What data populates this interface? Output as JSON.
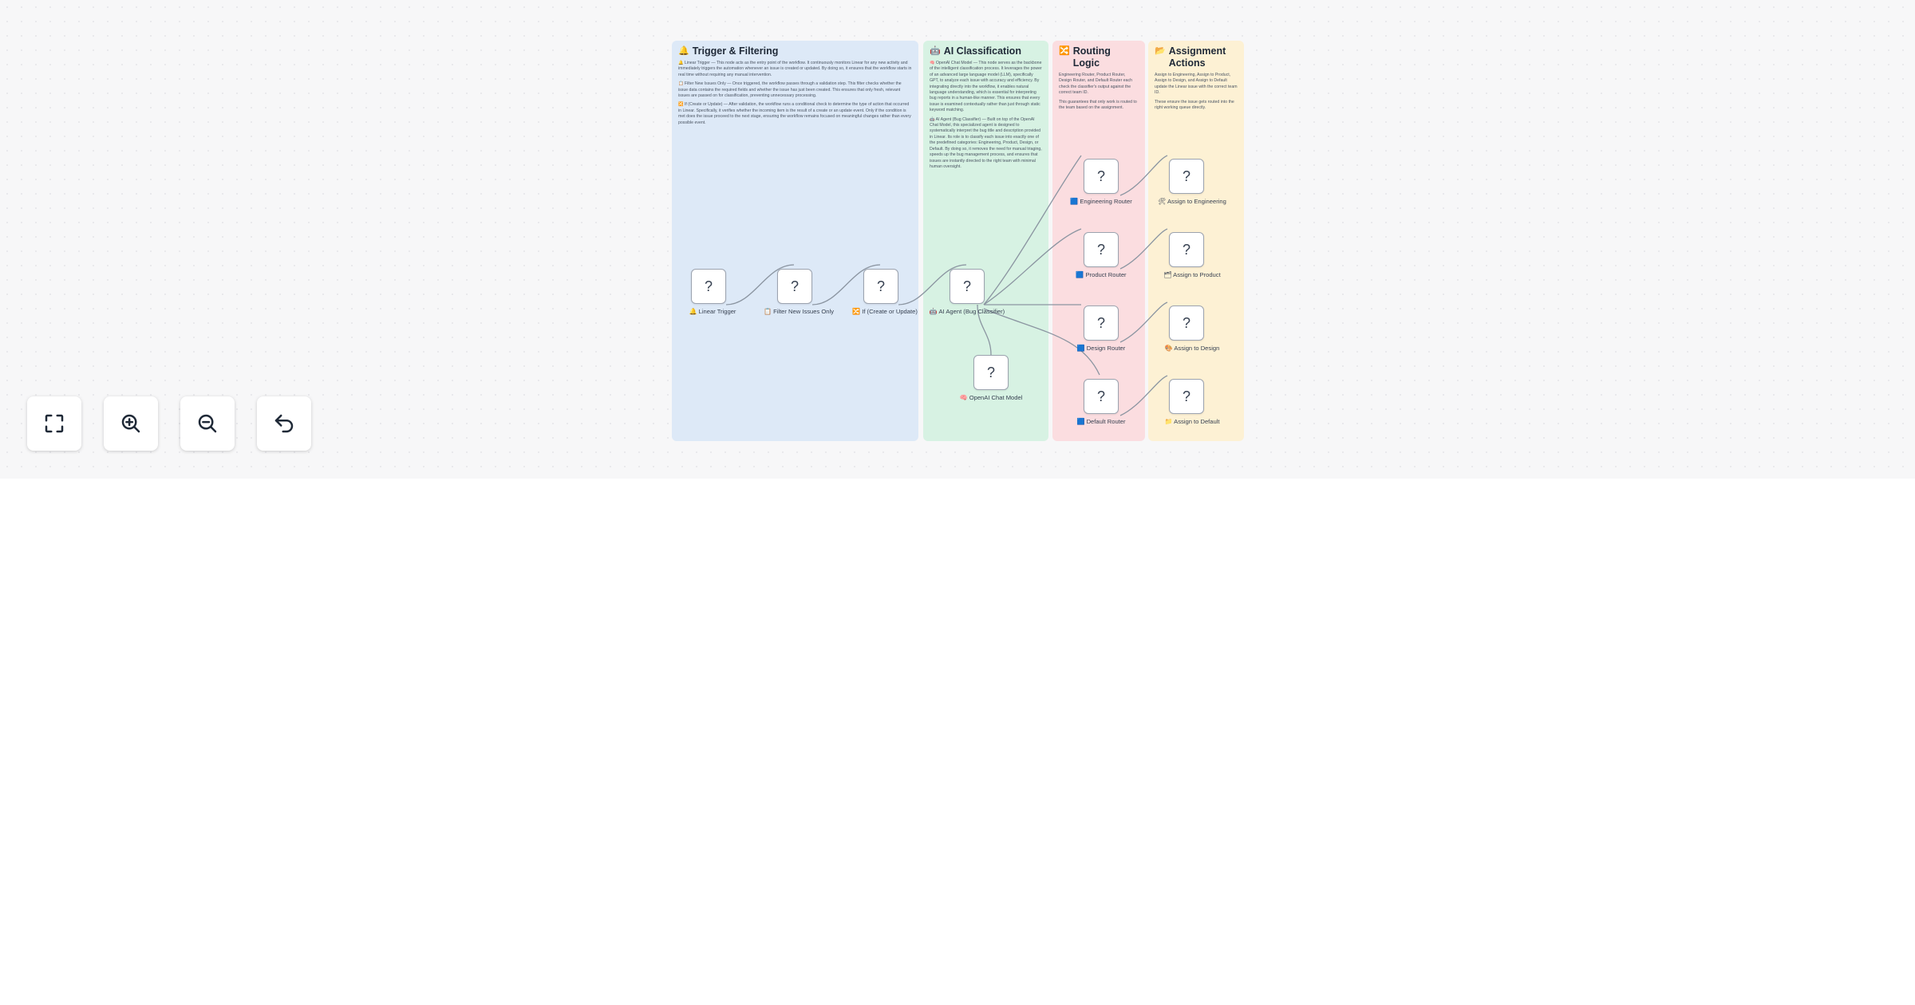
{
  "lanes": [
    {
      "id": "trigger",
      "title": "Trigger & Filtering",
      "icon": "🔔",
      "color": "#dde9f7",
      "paragraphs": [
        "🔔 Linear Trigger — This node acts as the entry point of the workflow. It continuously monitors Linear for any new activity and immediately triggers the automation whenever an issue is created or updated. By doing so, it ensures that the workflow starts in real time without requiring any manual intervention.",
        "📋 Filter New Issues Only — Once triggered, the workflow passes through a validation step. This filter checks whether the issue data contains the required fields and whether the issue has just been created. This ensures that only fresh, relevant issues are passed on for classification, preventing unnecessary processing.",
        "🔀 If (Create or Update) — After validation, the workflow runs a conditional check to determine the type of action that occurred in Linear. Specifically, it verifies whether the incoming item is the result of a create or an update event. Only if the condition is met does the issue proceed to the next stage, ensuring the workflow remains focused on meaningful changes rather than every possible event."
      ]
    },
    {
      "id": "ai",
      "title": "AI Classification",
      "icon": "🤖",
      "color": "#d7f2e3",
      "paragraphs": [
        "🧠 OpenAI Chat Model — This node serves as the backbone of the intelligent classification process. It leverages the power of an advanced large language model (LLM), specifically GPT, to analyze each issue with accuracy and efficiency. By integrating directly into the workflow, it enables natural language understanding, which is essential for interpreting bug reports in a human-like manner. This ensures that every issue is examined contextually rather than just through static keyword matching.",
        "🤖 AI Agent (Bug Classifier) — Built on top of the OpenAI Chat Model, this specialized agent is designed to systematically interpret the bug title and description provided in Linear. Its role is to classify each issue into exactly one of the predefined categories: Engineering, Product, Design, or Default. By doing so, it removes the need for manual triaging, speeds up the bug management process, and ensures that issues are instantly directed to the right team with minimal human oversight."
      ]
    },
    {
      "id": "routing",
      "title": "Routing Logic",
      "icon": "🔀",
      "color": "#fbdde0",
      "paragraphs": [
        "Engineering Router, Product Router, Design Router, and Default Router each check the classifier's output against the correct team ID.",
        "This guarantees that only work is routed to the team based on the assignment."
      ]
    },
    {
      "id": "assign",
      "title": "Assignment Actions",
      "icon": "📂",
      "color": "#fdf1d4",
      "paragraphs": [
        "Assign to Engineering, Assign to Product, Assign to Design, and Assign to Default update the Linear issue with the correct team ID.",
        "These ensure the issue gets routed into the right working queue directly."
      ]
    }
  ],
  "nodes": [
    {
      "id": "linear-trigger",
      "glyph": "?",
      "icon": "🔔",
      "label": "Linear Trigger"
    },
    {
      "id": "filter",
      "glyph": "?",
      "icon": "📋",
      "label": "Filter New Issues Only"
    },
    {
      "id": "if",
      "glyph": "?",
      "icon": "🔀",
      "label": "If (Create or Update)"
    },
    {
      "id": "ai-agent",
      "glyph": "?",
      "icon": "🤖",
      "label": "AI Agent (Bug Classifier)"
    },
    {
      "id": "openai",
      "glyph": "?",
      "icon": "🧠",
      "label": "OpenAI Chat Model"
    },
    {
      "id": "eng-router",
      "glyph": "?",
      "icon": "🟦",
      "label": "Engineering Router"
    },
    {
      "id": "prod-router",
      "glyph": "?",
      "icon": "🟦",
      "label": "Product Router"
    },
    {
      "id": "design-router",
      "glyph": "?",
      "icon": "🟦",
      "label": "Design Router"
    },
    {
      "id": "default-router",
      "glyph": "?",
      "icon": "🟦",
      "label": "Default Router"
    },
    {
      "id": "assign-eng",
      "glyph": "?",
      "icon": "🛠",
      "label": "Assign to Engineering"
    },
    {
      "id": "assign-prod",
      "glyph": "?",
      "icon": "🗂",
      "label": "Assign to Product"
    },
    {
      "id": "assign-design",
      "glyph": "?",
      "icon": "🎨",
      "label": "Assign to Design"
    },
    {
      "id": "assign-default",
      "glyph": "?",
      "icon": "📁",
      "label": "Assign to Default"
    }
  ],
  "controls": [
    {
      "id": "fit-view",
      "icon": "fullscreen-icon"
    },
    {
      "id": "zoom-in",
      "icon": "zoom-in-icon"
    },
    {
      "id": "zoom-out",
      "icon": "zoom-out-icon"
    },
    {
      "id": "undo",
      "icon": "undo-icon"
    }
  ]
}
